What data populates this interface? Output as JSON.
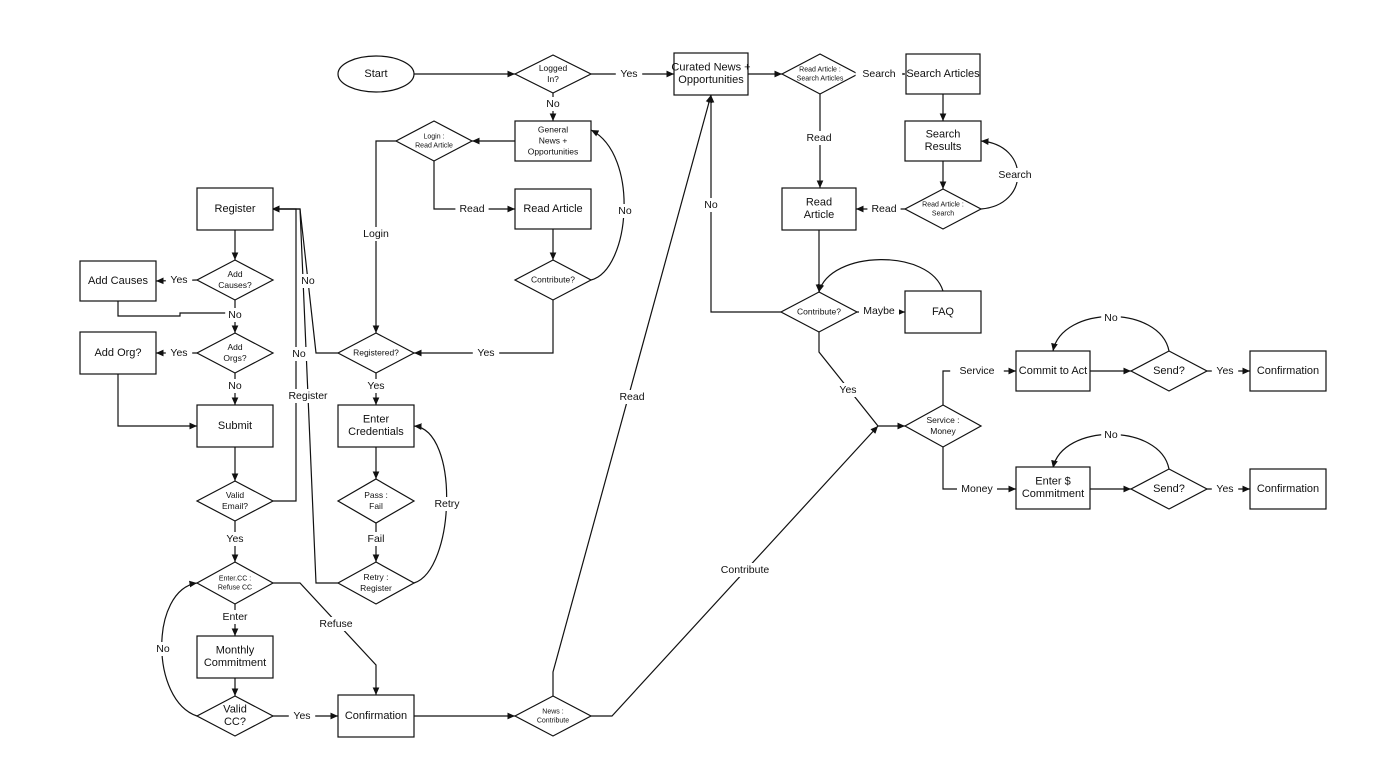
{
  "nodes": {
    "start": {
      "shape": "ellipse",
      "lines": [
        "Start"
      ]
    },
    "logged_in": {
      "shape": "diamond",
      "lines": [
        "Logged",
        "In?"
      ],
      "size": "sm"
    },
    "curated": {
      "shape": "rect",
      "lines": [
        "Curated News +",
        "Opportunities"
      ]
    },
    "read_search": {
      "shape": "diamond",
      "lines": [
        "Read Article :",
        "Search Articles"
      ],
      "size": "xs"
    },
    "search_articles": {
      "shape": "rect",
      "lines": [
        "Search Articles"
      ]
    },
    "search_results": {
      "shape": "rect",
      "lines": [
        "Search",
        "Results"
      ]
    },
    "read_article_search": {
      "shape": "diamond",
      "lines": [
        "Read Article :",
        "Search"
      ],
      "size": "xs"
    },
    "read_article_right": {
      "shape": "rect",
      "lines": [
        "Read",
        "Article"
      ]
    },
    "contribute_right": {
      "shape": "diamond",
      "lines": [
        "Contribute?"
      ],
      "size": "sm"
    },
    "faq": {
      "shape": "rect",
      "lines": [
        "FAQ"
      ]
    },
    "service_money": {
      "shape": "diamond",
      "lines": [
        "Service :",
        "Money"
      ],
      "size": "sm"
    },
    "commit_to_act": {
      "shape": "rect",
      "lines": [
        "Commit to Act"
      ]
    },
    "send_top": {
      "shape": "diamond",
      "lines": [
        "Send?"
      ]
    },
    "confirmation_top": {
      "shape": "rect",
      "lines": [
        "Confirmation"
      ]
    },
    "enter_commitment": {
      "shape": "rect",
      "lines": [
        "Enter $",
        "Commitment"
      ]
    },
    "send_bottom": {
      "shape": "diamond",
      "lines": [
        "Send?"
      ]
    },
    "confirmation_bottom": {
      "shape": "rect",
      "lines": [
        "Confirmation"
      ]
    },
    "general_news": {
      "shape": "rect",
      "lines": [
        "General",
        "News +",
        "Opportunities"
      ],
      "size": "sm"
    },
    "login_read": {
      "shape": "diamond",
      "lines": [
        "Login :",
        "Read Article"
      ],
      "size": "xs"
    },
    "read_article_left": {
      "shape": "rect",
      "lines": [
        "Read Article"
      ]
    },
    "contribute_left": {
      "shape": "diamond",
      "lines": [
        "Contribute?"
      ],
      "size": "sm"
    },
    "registered": {
      "shape": "diamond",
      "lines": [
        "Registered?"
      ],
      "size": "sm"
    },
    "enter_credentials": {
      "shape": "rect",
      "lines": [
        "Enter",
        "Credentials"
      ]
    },
    "pass_fail": {
      "shape": "diamond",
      "lines": [
        "Pass :",
        "Fail"
      ],
      "size": "sm"
    },
    "retry_register": {
      "shape": "diamond",
      "lines": [
        "Retry :",
        "Register"
      ],
      "size": "sm"
    },
    "register": {
      "shape": "rect",
      "lines": [
        "Register"
      ]
    },
    "add_causes_q": {
      "shape": "diamond",
      "lines": [
        "Add",
        "Causes?"
      ],
      "size": "sm"
    },
    "add_causes": {
      "shape": "rect",
      "lines": [
        "Add Causes"
      ]
    },
    "add_orgs_q": {
      "shape": "diamond",
      "lines": [
        "Add",
        "Orgs?"
      ],
      "size": "sm"
    },
    "add_org": {
      "shape": "rect",
      "lines": [
        "Add Org?"
      ]
    },
    "submit": {
      "shape": "rect",
      "lines": [
        "Submit"
      ]
    },
    "valid_email": {
      "shape": "diamond",
      "lines": [
        "Valid",
        "Email?"
      ],
      "size": "sm"
    },
    "enter_cc": {
      "shape": "diamond",
      "lines": [
        "Enter.CC :",
        "Refuse CC"
      ],
      "size": "xs"
    },
    "monthly": {
      "shape": "rect",
      "lines": [
        "Monthly",
        "Commitment"
      ]
    },
    "valid_cc": {
      "shape": "diamond",
      "lines": [
        "Valid",
        "CC?"
      ]
    },
    "confirmation_mid": {
      "shape": "rect",
      "lines": [
        "Confirmation"
      ]
    },
    "news_contribute": {
      "shape": "diamond",
      "lines": [
        "News :",
        "Contribute"
      ],
      "size": "xs"
    }
  },
  "edges": [
    {
      "id": "start-logged",
      "label": ""
    },
    {
      "id": "logged-curated",
      "label": "Yes"
    },
    {
      "id": "logged-general",
      "label": "No"
    },
    {
      "id": "curated-readsearch",
      "label": ""
    },
    {
      "id": "readsearch-search",
      "label": "Search"
    },
    {
      "id": "readsearch-read",
      "label": "Read"
    },
    {
      "id": "search-results",
      "label": ""
    },
    {
      "id": "results-readsearch2",
      "label": ""
    },
    {
      "id": "readsearch2-results",
      "label": "Search"
    },
    {
      "id": "readsearch2-read",
      "label": "Read"
    },
    {
      "id": "readright-contribute",
      "label": ""
    },
    {
      "id": "contribute-curated",
      "label": "No"
    },
    {
      "id": "contribute-faq",
      "label": "Maybe"
    },
    {
      "id": "faq-loop",
      "label": ""
    },
    {
      "id": "contribute-servicemoney",
      "label": "Yes"
    },
    {
      "id": "servicemoney-commit",
      "label": "Service"
    },
    {
      "id": "servicemoney-enter",
      "label": "Money"
    },
    {
      "id": "commit-send",
      "label": ""
    },
    {
      "id": "send-commit",
      "label": "No"
    },
    {
      "id": "send-confirm",
      "label": "Yes"
    },
    {
      "id": "enter-send2",
      "label": ""
    },
    {
      "id": "send2-enter",
      "label": "No"
    },
    {
      "id": "send2-confirm",
      "label": "Yes"
    },
    {
      "id": "general-loginread",
      "label": ""
    },
    {
      "id": "loginread-readleft",
      "label": "Read"
    },
    {
      "id": "loginread-registered",
      "label": "Login"
    },
    {
      "id": "readleft-contribleft",
      "label": ""
    },
    {
      "id": "contribleft-general",
      "label": "No"
    },
    {
      "id": "contribleft-registered",
      "label": "Yes"
    },
    {
      "id": "registered-register",
      "label": "No"
    },
    {
      "id": "registered-credentials",
      "label": "Yes"
    },
    {
      "id": "credentials-passfail",
      "label": ""
    },
    {
      "id": "passfail-retry",
      "label": "Fail"
    },
    {
      "id": "retry-credentials",
      "label": "Retry"
    },
    {
      "id": "retry-register",
      "label": "Register"
    },
    {
      "id": "register-addcauses",
      "label": ""
    },
    {
      "id": "addcausesq-addcauses",
      "label": "Yes"
    },
    {
      "id": "addcausesq-orgs",
      "label": "No"
    },
    {
      "id": "addcauses-orgs",
      "label": ""
    },
    {
      "id": "addorgs-addorg",
      "label": "Yes"
    },
    {
      "id": "addorgs-submit",
      "label": "No"
    },
    {
      "id": "addorg-submit",
      "label": ""
    },
    {
      "id": "submit-validemail",
      "label": ""
    },
    {
      "id": "validemail-register",
      "label": "No"
    },
    {
      "id": "validemail-entercc",
      "label": "Yes"
    },
    {
      "id": "entercc-monthly",
      "label": "Enter"
    },
    {
      "id": "entercc-confirm",
      "label": "Refuse"
    },
    {
      "id": "monthly-validcc",
      "label": ""
    },
    {
      "id": "validcc-entercc",
      "label": "No"
    },
    {
      "id": "validcc-confirm",
      "label": "Yes"
    },
    {
      "id": "confirm-newscontrib",
      "label": ""
    },
    {
      "id": "news-curated",
      "label": "Read"
    },
    {
      "id": "contrib-servicemoney",
      "label": "Contribute"
    }
  ]
}
